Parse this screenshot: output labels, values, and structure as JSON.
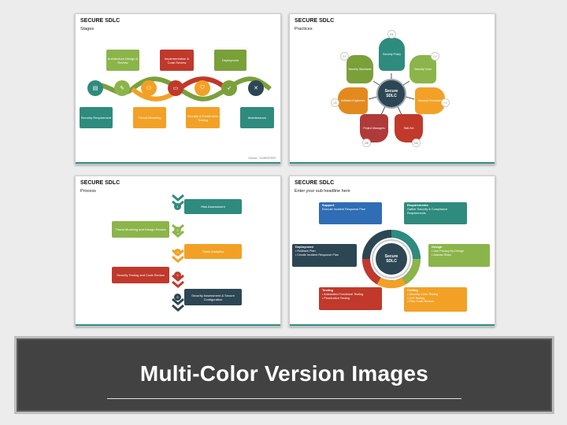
{
  "colors": {
    "teal": "#2e8b7e",
    "green": "#8bb54a",
    "orange": "#f2a126",
    "red": "#c0392b",
    "crimson": "#b03a3a",
    "navy": "#2d4654",
    "blue": "#2f6db5",
    "olive": "#7aa03a",
    "banner_bg": "#424242"
  },
  "slide1": {
    "title": "SECURE SDLC",
    "subtitle": "Stages",
    "boxes": [
      "Architecture Design & Review",
      "Implementation & Code Review",
      "Deployment",
      "Security Requirement",
      "Threat Modeling",
      "Security & Penetration Testing",
      "Maintenance"
    ],
    "source": "Source : SLIDENTIER",
    "icons": [
      "book-icon",
      "document-search-icon",
      "org-chart-icon",
      "monitor-icon",
      "shield-icon",
      "rocket-icon",
      "tools-icon"
    ]
  },
  "slide2": {
    "title": "SECURE SDLC",
    "subtitle": "Practices",
    "center": "Secure SDLC",
    "petals": [
      {
        "num": "01",
        "label": "Security Policy"
      },
      {
        "num": "02",
        "label": "Security Tools"
      },
      {
        "num": "03",
        "label": "Security Processes"
      },
      {
        "num": "04",
        "label": "Skill-Set"
      },
      {
        "num": "05",
        "label": "Project Managers"
      },
      {
        "num": "06",
        "label": "Software Engineers"
      },
      {
        "num": "07",
        "label": "Security Standards"
      }
    ]
  },
  "slide3": {
    "title": "SECURE SDLC",
    "subtitle": "Process",
    "steps": [
      {
        "num": "1",
        "label": "Risk Assessment"
      },
      {
        "num": "2",
        "label": "Threat Modeling and Design Review"
      },
      {
        "num": "3",
        "label": "Static Analytics"
      },
      {
        "num": "4",
        "label": "Security Testing and Code Review"
      },
      {
        "num": "5",
        "label": "Security Assessment & Secure Configuration"
      }
    ]
  },
  "slide4": {
    "title": "SECURE SDLC",
    "subtitle": "Enter your sub headline here",
    "center": "Secure SDLC",
    "support": {
      "title": "Support",
      "lines": [
        "Execute Incident Response Plan"
      ]
    },
    "requirements": {
      "title": "Requirements",
      "lines": [
        "Gather Security & Compliance Requirements"
      ]
    },
    "deployment": {
      "title": "Deployment",
      "lines": [
        "Rollback Plan",
        "Create Incident Response Plan"
      ]
    },
    "design": {
      "title": "Design",
      "lines": [
        "Use Privacy-by-Design",
        "Assess Risks"
      ]
    },
    "testing": {
      "title": "Testing",
      "lines": [
        "Automated Functional Testing",
        "Penetration Testing"
      ]
    },
    "coding": {
      "title": "Coding",
      "lines": [
        "Security Code Testing",
        "Unit Testing",
        "Peer Code Review"
      ]
    }
  },
  "banner": {
    "text": "Multi-Color Version Images"
  }
}
